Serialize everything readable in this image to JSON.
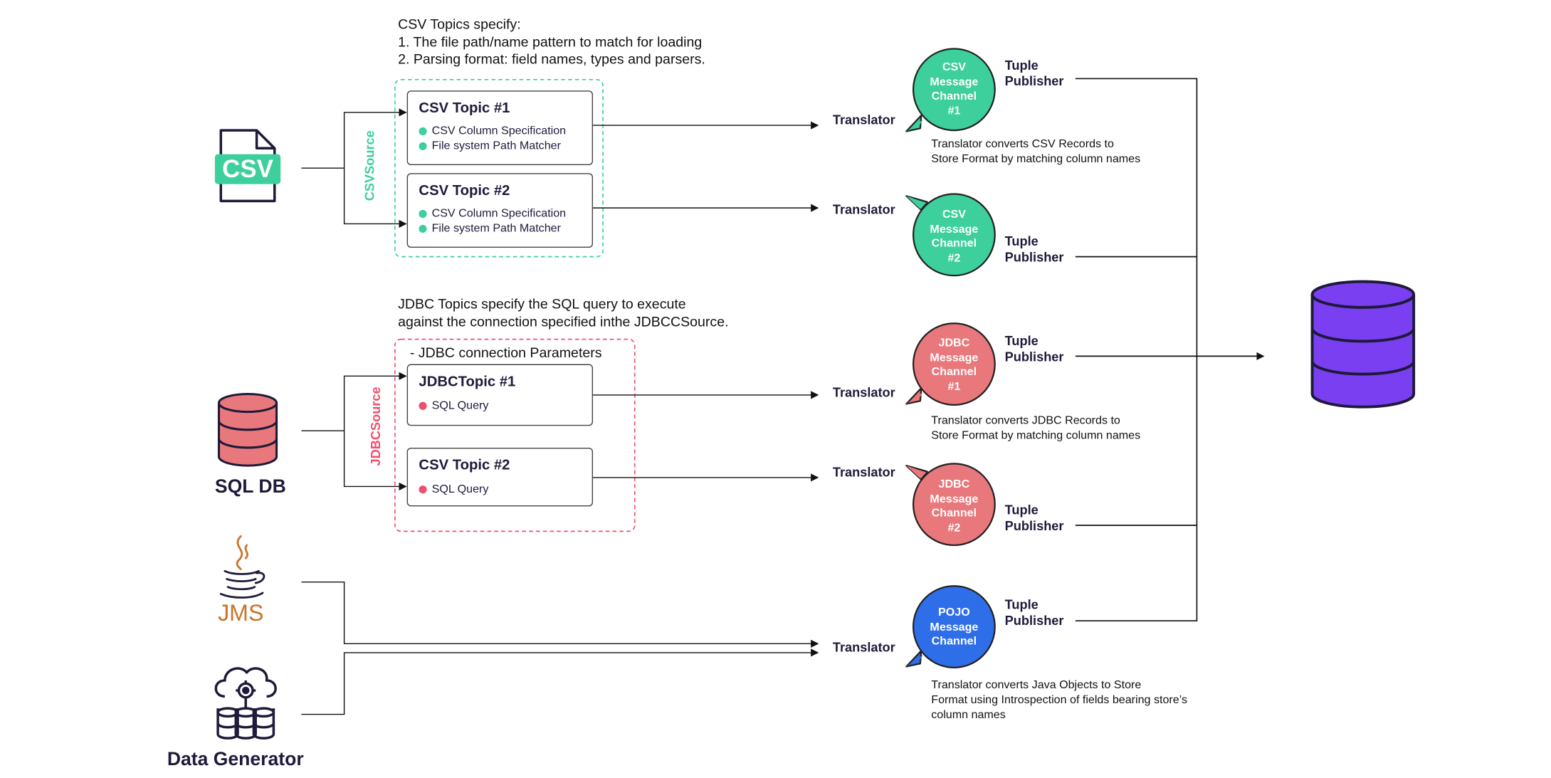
{
  "colors": {
    "green": "#3dcf9c",
    "red": "#e8787c",
    "pink": "#f0506e",
    "blue": "#2f6ee9",
    "purple": "#7b3ff2",
    "navy": "#1e1a3a",
    "orange": "#c9742a"
  },
  "notes": {
    "csv_topics": [
      "CSV Topics specify:",
      "1. The file path/name pattern to match for loading",
      "2. Parsing format: field names, types and parsers."
    ],
    "jdbc_topics": [
      "JDBC Topics specify the SQL query to execute",
      "against the connection specified inthe JDBCCSource."
    ],
    "jdbc_params": "- JDBC connection Parameters",
    "csv_translator": [
      "Translator converts CSV Records to",
      "Store Format by matching column names"
    ],
    "jdbc_translator": [
      "Translator converts JDBC Records to",
      "Store Format by matching column names"
    ],
    "pojo_translator": [
      "Translator converts Java Objects to Store",
      "Format using Introspection of fields bearing store’s",
      "column names"
    ]
  },
  "sources": {
    "csv_icon_text": "CSV",
    "sql_label": "SQL DB",
    "jms_label": "JMS",
    "generator_label": "Data Generator"
  },
  "source_groups": {
    "csv": "CSVSource",
    "jdbc": "JDBCSource"
  },
  "topics": [
    {
      "title": "CSV Topic #1",
      "items": [
        "CSV Column Specification",
        "File system Path Matcher"
      ]
    },
    {
      "title": "CSV Topic #2",
      "items": [
        "CSV Column Specification",
        "File system Path Matcher"
      ]
    },
    {
      "title": "JDBCTopic #1",
      "items": [
        "SQL Query"
      ]
    },
    {
      "title": "CSV Topic #2",
      "items": [
        "SQL Query"
      ]
    }
  ],
  "translator_label": "Translator",
  "channels": [
    {
      "lines": [
        "CSV",
        "Message",
        "Channel",
        "#1"
      ]
    },
    {
      "lines": [
        "CSV",
        "Message",
        "Channel",
        "#2"
      ]
    },
    {
      "lines": [
        "JDBC",
        "Message",
        "Channel",
        "#1"
      ]
    },
    {
      "lines": [
        "JDBC",
        "Message",
        "Channel",
        "#2"
      ]
    },
    {
      "lines": [
        "POJO",
        "Message",
        "Channel"
      ]
    }
  ],
  "publisher_label": [
    "Tuple",
    "Publisher"
  ]
}
